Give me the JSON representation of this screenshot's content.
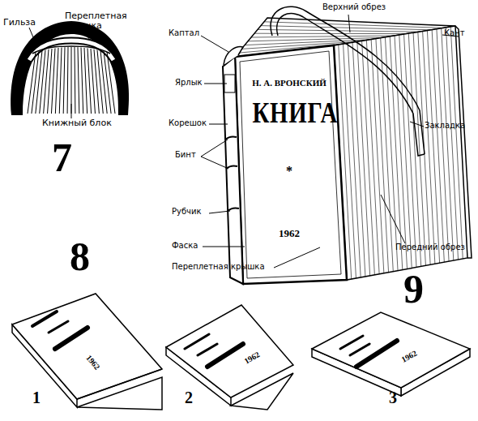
{
  "diagram": {
    "nodes": [
      {
        "text": [
          "Н. А. ВРОНСКИЙ",
          "КНИГА",
          "*",
          "1962"
        ]
      }
    ],
    "labels": [
      "Гильза",
      "Переплетная крышка",
      "Книжный блок",
      "7",
      "Каптал",
      "Ярлык",
      "Корешок",
      "Бинт",
      "Рубчик",
      "Фаска",
      "Переплетная крышка",
      "Верхний обрез",
      "Кант",
      "Закладка",
      "Передний обрез",
      "9",
      "8",
      "1",
      "2",
      "3",
      "1962",
      "1962",
      "1962"
    ]
  }
}
